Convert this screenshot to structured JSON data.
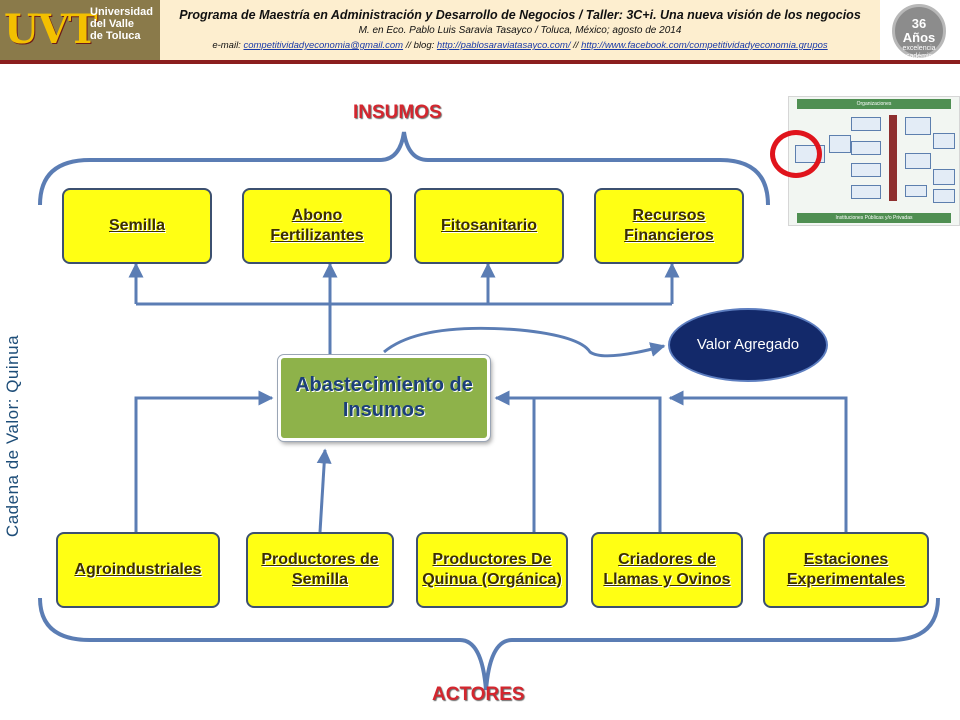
{
  "header": {
    "logo_mark": "UVT",
    "logo_lines": [
      "Universidad",
      "del Valle",
      "de Toluca"
    ],
    "line1": "Programa de Maestría en Administración y Desarrollo de Negocios / Taller: 3C+i. Una nueva visión de los negocios",
    "line2": "M. en Eco. Pablo Luis Saravia Tasayco / Toluca, México; agosto de 2014",
    "line3_prefix": "e-mail: ",
    "email": "competitividadyeconomia@gmail.com",
    "sep1": " // blog: ",
    "blog": "http://pablosaraviatasayco.com/",
    "sep2": " // ",
    "facebook": "http://www.facebook.com/competitividadyeconomia.grupos",
    "badge_number": "36 Años",
    "badge_text": "excelencia académica"
  },
  "diagram": {
    "insumos_label": "INSUMOS",
    "actores_label": "ACTORES",
    "side_label": "Cadena de Valor: Quinua",
    "center": "Abastecimiento de Insumos",
    "valor": "Valor Agregado",
    "insumos": [
      "Semilla",
      "Abono Fertilizantes",
      "Fitosanitario",
      "Recursos Financieros"
    ],
    "actores": [
      "Agroindustriales",
      "Productores de Semilla",
      "Productores De Quinua (Orgánica)",
      "Criadores de Llamas y Ovinos",
      "Estaciones Experimentales"
    ]
  },
  "thumbnail": {
    "top_label": "Organizaciones",
    "bottom_label": "Instituciones Públicas y/o Privadas"
  },
  "colors": {
    "box_fill": "#ffff14",
    "box_border": "#3c5070",
    "center_fill": "#8eb24a",
    "valor_fill": "#13296a",
    "connector": "#5b7db4",
    "label_red": "#d4262e"
  }
}
